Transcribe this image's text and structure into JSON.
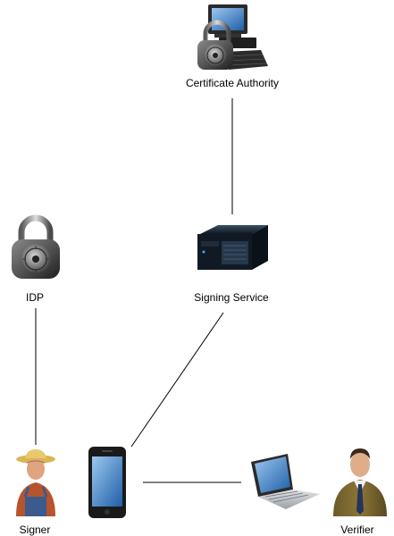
{
  "nodes": {
    "certificate_authority": {
      "label": "Certificate Authority"
    },
    "signing_service": {
      "label": "Signing Service"
    },
    "idp": {
      "label": "IDP"
    },
    "signer": {
      "label": "Signer"
    },
    "verifier": {
      "label": "Verifier"
    }
  }
}
